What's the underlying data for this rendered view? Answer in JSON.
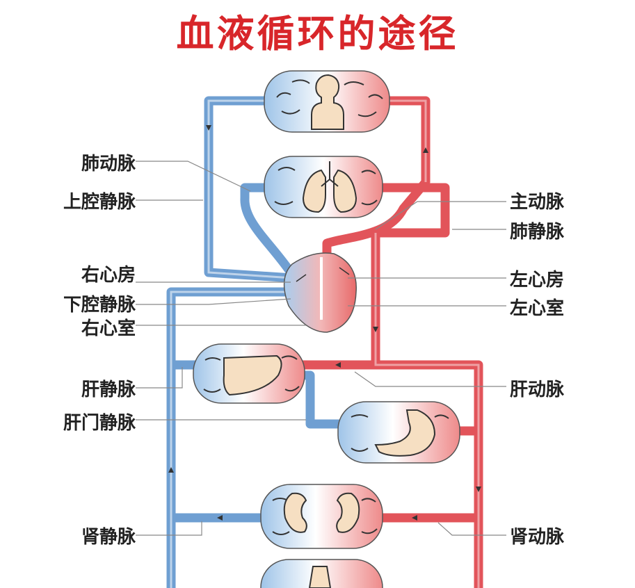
{
  "title": "血液循环的途径",
  "labels": {
    "pulmonary_artery": "肺动脉",
    "superior_vena_cava": "上腔静脉",
    "right_atrium": "右心房",
    "inferior_vena_cava": "下腔静脉",
    "right_ventricle": "右心室",
    "hepatic_vein": "肝静脉",
    "hepatic_portal_vein": "肝门静脉",
    "renal_vein": "肾静脉",
    "aorta": "主动脉",
    "pulmonary_vein": "肺静脉",
    "left_atrium": "左心房",
    "left_ventricle": "左心室",
    "hepatic_artery": "肝动脉",
    "renal_artery": "肾动脉"
  },
  "colors": {
    "venous_blue": "#6f9fd2",
    "arterial_red": "#e2545a",
    "title_red": "#d8262a",
    "organ_fill": "#f6dfc2"
  }
}
